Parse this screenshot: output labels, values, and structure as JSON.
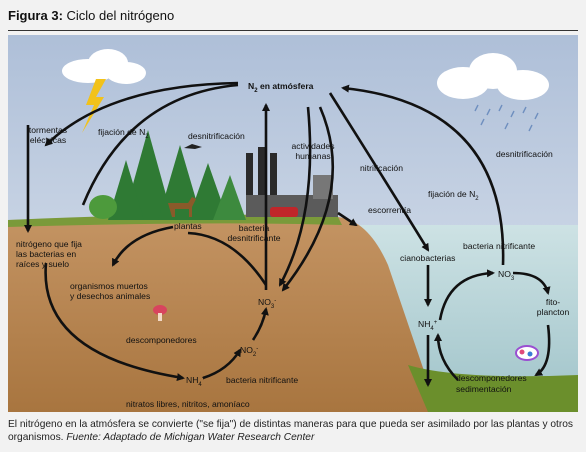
{
  "figure": {
    "title_prefix": "Figura 3:",
    "title_text": " Ciclo del nitrógeno"
  },
  "labels": {
    "n2_atmosphere": "N",
    "n2_sub": "2",
    "n2_rest": " en atmósfera",
    "storms_line1": "tormentas",
    "storms_line2": "eléctricas",
    "fixation_left": "fijación de N",
    "fixation_left_sub": "2",
    "denitrification_left": "desnitrificación",
    "human_line1": "actividades",
    "human_line2": "humanas",
    "nitrification": "nitrificación",
    "fixation_right": "fijación de N",
    "fixation_right_sub": "2",
    "denitrification_right": "desnitrificación",
    "runoff": "escorrentía",
    "plants": "plantas",
    "denitrifying_line1": "bacteria",
    "denitrifying_line2": "desnitrificante",
    "fixing_line1": "nitrógeno que fija",
    "fixing_line2": "las bacterias en",
    "fixing_line3": "raíces y suelo",
    "dead_line1": "organismos muertos",
    "dead_line2": "y desechos animales",
    "decomposers_left": "descomponedores",
    "no3_left": "NO",
    "no3_left_sub": "3",
    "no3_left_sup": "-",
    "no2_left": "NO",
    "no2_left_sub": "2",
    "no2_left_sup": "-",
    "nh4_left": "NH",
    "nh4_left_sub": "4",
    "nh4_left_sup": "+",
    "nitrifying_left": "bacteria nitrificante",
    "free_nitrates": "nitratos libres, nitritos, amoníaco",
    "cyanobacteria": "cianobacterias",
    "nitrifying_right": "bacteria nitrificante",
    "no3_right": "NO",
    "no3_right_sub": "3",
    "no3_right_sup": "-",
    "nh4_right": "NH",
    "nh4_right_sub": "4",
    "nh4_right_sup": "+",
    "phyto_line1": "fito-",
    "phyto_line2": "plancton",
    "decomposers_right": "descomponedores",
    "sedimentation": "sedimentación"
  },
  "caption": {
    "text": "El nitrógeno en la atmósfera se convierte (\"se fija\") de distintas maneras para que pueda ser asimilado por las plantas y otros organismos. ",
    "source": "Fuente: Adaptado de Michigan Water Research Center"
  },
  "colors": {
    "sky": "#c9d3e3",
    "soil": "#b98a56",
    "water": "#bcd5da",
    "grass": "#7a9a3a",
    "trees": "#2f7a34",
    "arrows": "#111111"
  }
}
